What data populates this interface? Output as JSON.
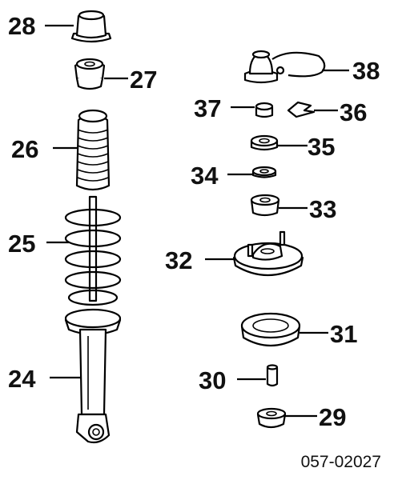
{
  "diagram": {
    "part_numbers": [
      "24",
      "25",
      "26",
      "27",
      "28",
      "29",
      "30",
      "31",
      "32",
      "33",
      "34",
      "35",
      "36",
      "37",
      "38"
    ],
    "code": "057-02027"
  }
}
